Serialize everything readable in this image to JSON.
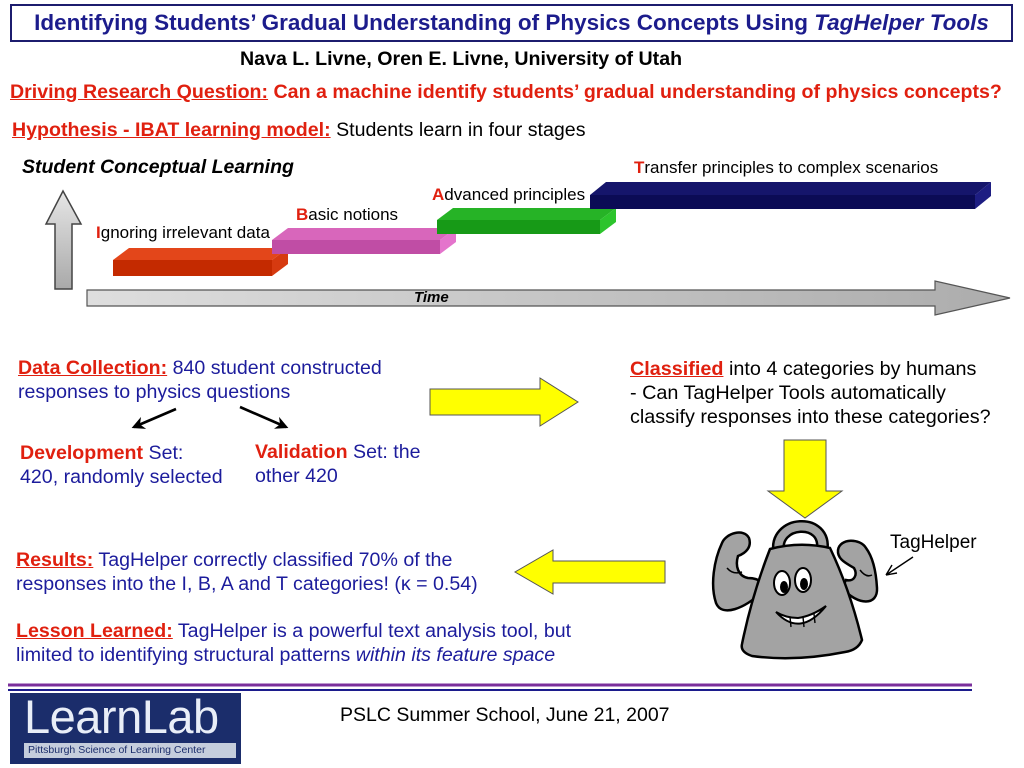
{
  "colors": {
    "title_text": "#1c1c8c",
    "title_border": "#1c1c6e",
    "accent_red": "#e0200f",
    "body_blue": "#1c1c9c",
    "arrow_yellow": "#ffff00",
    "footer_rule_top": "#7b2f9c",
    "footer_rule_bottom": "#1c1c8c",
    "logo_background": "#1b2d6b"
  },
  "title": {
    "text": "Identifying Students’ Gradual Understanding of Physics Concepts Using",
    "emphasis": "TagHelper Tools"
  },
  "authors": "Nava L. Livne, Oren E. Livne, University of Utah",
  "research_question": {
    "label": "Driving Research Question:",
    "text": "Can a machine identify students’ gradual understanding of physics concepts?"
  },
  "hypothesis": {
    "label": "Hypothesis - IBAT learning model:",
    "text": "Students learn in four stages"
  },
  "learning_diagram": {
    "heading": "Student Conceptual Learning",
    "time_label": "Time",
    "stages": [
      {
        "initial": "I",
        "rest": "gnoring irrelevant data",
        "colors": {
          "front": "#c42a00",
          "top": "#e3461a",
          "side": "#d63a10"
        }
      },
      {
        "initial": "B",
        "rest": "asic notions",
        "colors": {
          "front": "#c04da5",
          "top": "#d866bb",
          "side": "#e474cc"
        }
      },
      {
        "initial": "A",
        "rest": "dvanced principles",
        "colors": {
          "front": "#179a17",
          "top": "#26b326",
          "side": "#2cc42c"
        }
      },
      {
        "initial": "T",
        "rest": "ransfer principles to complex scenarios",
        "colors": {
          "front": "#0b0b55",
          "top": "#15156b",
          "side": "#1d1d82"
        }
      }
    ]
  },
  "data_collection": {
    "label": "Data Collection:",
    "line1": "840 student constructed",
    "line2": "responses to physics questions"
  },
  "development_set": {
    "label": "Development",
    "line1": "Set:",
    "line2": "420, randomly selected"
  },
  "validation_set": {
    "label": "Validation",
    "line1": "Set: the",
    "line2": "other 420"
  },
  "classification": {
    "label": "Classified",
    "line1": "into 4 categories by humans",
    "line2": "- Can TagHelper Tools automatically",
    "line3": "classify responses into these categories?"
  },
  "taghelper_callout": "TagHelper",
  "results": {
    "label": "Results:",
    "line1": "TagHelper correctly classified 70% of the",
    "line2": "responses into the I, B, A and T categories! (κ = 0.54)"
  },
  "lesson": {
    "label": "Lesson Learned:",
    "line1": "TagHelper is a powerful text analysis tool, but",
    "line2": "limited to identifying structural patterns",
    "emphasis": "within its feature space"
  },
  "footer": {
    "event": "PSLC Summer School, June 21, 2007",
    "logo_wordmark": "LearnLab",
    "logo_tagline": "Pittsburgh Science of Learning Center"
  }
}
